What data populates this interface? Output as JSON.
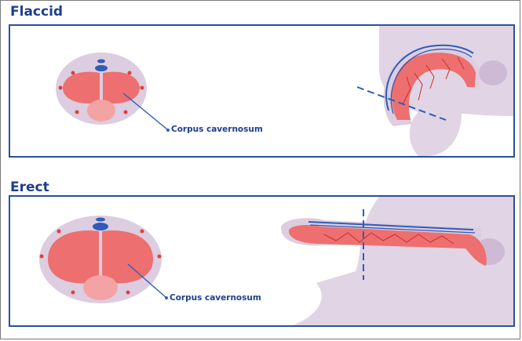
{
  "sections": {
    "flaccid": {
      "title": "Flaccid",
      "label": "Corpus cavernosum"
    },
    "erect": {
      "title": "Erect",
      "label": "Corpus cavernosum"
    }
  },
  "colors": {
    "frame": "#2b4f9e",
    "title_text": "#1e3f8c",
    "tissue": "#ee6f6f",
    "tissue_light": "#f3a3a3",
    "body_silhouette": "#dccde0",
    "vessel": "#2f5cb8",
    "vein_lines": "#d13b3b",
    "dot": "#e0403a"
  }
}
